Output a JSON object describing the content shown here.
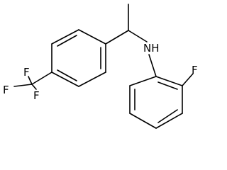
{
  "molecule": {
    "atoms": {
      "nh": "NH",
      "f_aryl": "F",
      "cf3_f_top": "F",
      "cf3_f_left": "F",
      "cf3_f_bottom": "F"
    }
  },
  "colors": {
    "bond": "#000000",
    "label": "#000000",
    "background": "#ffffff"
  }
}
